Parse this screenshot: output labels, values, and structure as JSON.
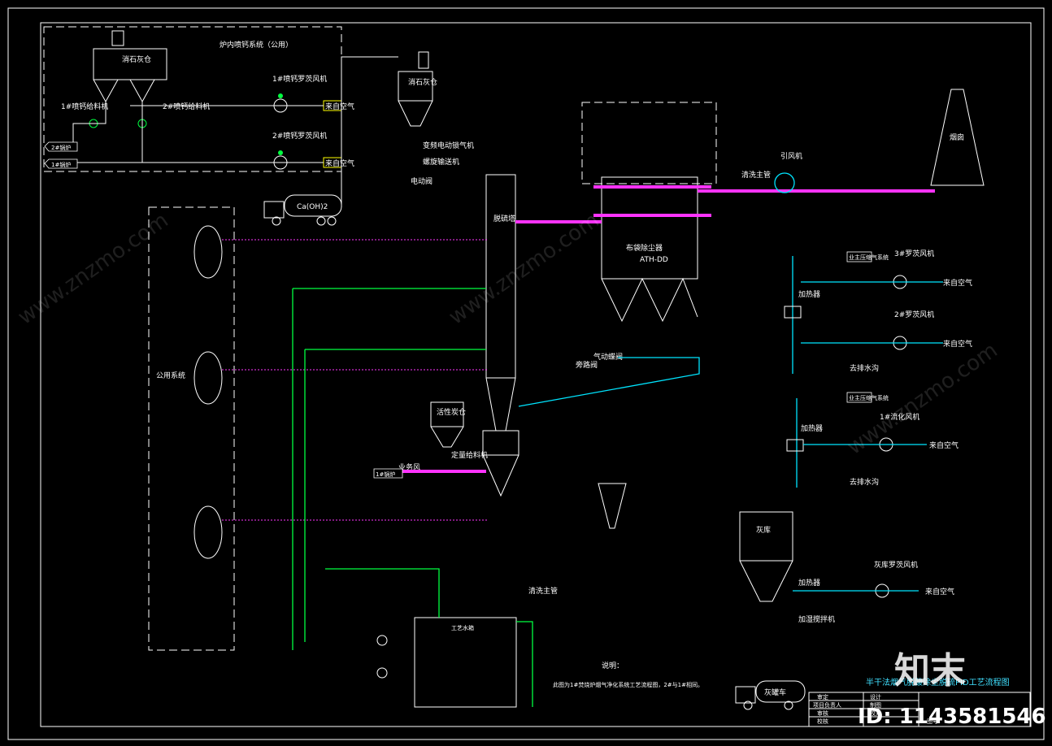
{
  "labels": {
    "furnace_system": "炉内喷钙系统（公用）",
    "slaked_lime_silo_left": "消石灰仓",
    "feeder_1": "1#喷钙给料机",
    "feeder_2": "2#喷钙给料机",
    "blower_1": "1#喷钙罗茨风机",
    "blower_2": "2#喷钙罗茨风机",
    "air_1": "来自空气",
    "air_2": "来自空气",
    "to_furnace_2": "2#锅炉",
    "to_furnace_1": "1#锅炉",
    "slaked_lime_silo_mid": "消石灰仓",
    "rotary_valve": "变频电动锁气机",
    "screw_conveyor": "螺旋输送机",
    "electric_valve": "电动阀",
    "truck": "Ca(OH)2",
    "tower": "脱硫塔",
    "baghouse": "布袋除尘器",
    "baghouse_code": "ATH-DD",
    "id_fan": "引风机",
    "chimney": "烟囱",
    "inlet_main": "清洗主管",
    "public_system": "公用系统",
    "activated_carbon": "活性炭仓",
    "carbon_feeder": "定量给料机",
    "industrial_wind": "业务风",
    "to_boiler": "1#锅炉",
    "bypass_valve": "旁路阀",
    "pneumatic_valve": "气动蝶阀",
    "fan_3": "3#罗茨风机",
    "fan_2": "2#罗茨风机",
    "fan_1": "1#流化风机",
    "heater_1": "加热器",
    "heater_2": "加热器",
    "heater_3": "加热器",
    "industrial_air_1": "业主压缩气系统",
    "industrial_air_2": "业主压缩气系统",
    "air_in_3": "来自空气",
    "air_in_4": "来自空气",
    "air_in_5": "来自空气",
    "air_in_6": "来自空气",
    "drain_1": "去排水沟",
    "drain_2": "去排水沟",
    "ash_silo": "灰库",
    "ash_fan": "灰库罗茨风机",
    "mixer": "加湿搅拌机",
    "ash_truck": "灰罐车",
    "water_tank": "工艺水箱",
    "water_main": "清洗主管",
    "note_title": "说明：",
    "note_text": "此图为1#焚烧炉烟气净化系统工艺流程图，2#与1#相同。",
    "drawing_title": "半干法烟气脱酸除尘脱硫PID工艺流程图",
    "tb_row1a": "审定",
    "tb_row1b": "设计",
    "tb_row2a": "项目负责人",
    "tb_row2b": "制图",
    "tb_row3a": "审核",
    "tb_row3b": "校对",
    "tb_row4a": "校核",
    "tb_row4b": "图号",
    "wm_text": "www.znzmo.com",
    "big_wm": "知末",
    "image_id": "ID: 1143581546"
  },
  "colors": {
    "background": "#000000",
    "water_line": "#00ff40",
    "air_line": "#00e5ff",
    "signal_line": "#ff33ff",
    "flue_duct": "#ff33ff"
  }
}
